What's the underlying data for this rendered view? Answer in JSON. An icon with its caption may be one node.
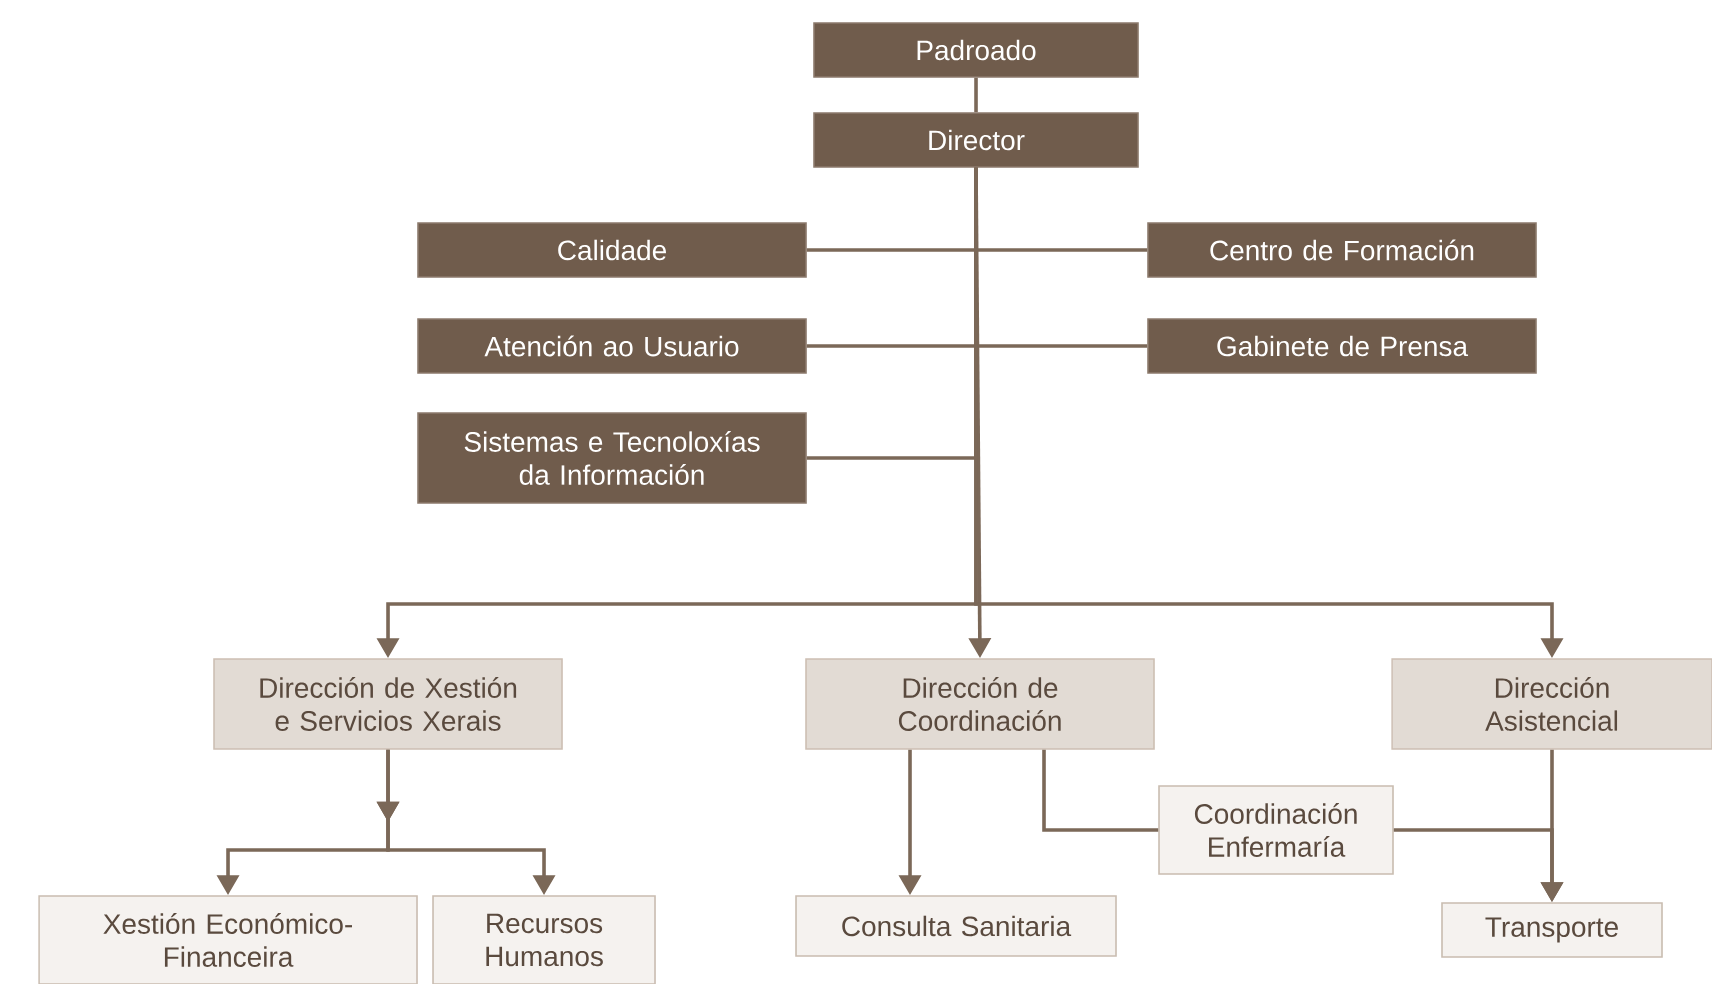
{
  "diagram": {
    "nodes": [
      {
        "text": [
          "Padroado"
        ]
      },
      {
        "text": [
          "Director"
        ]
      },
      {
        "text": [
          "Calidade"
        ]
      },
      {
        "text": [
          "Centro de Formación"
        ]
      },
      {
        "text": [
          "Atención ao Usuario"
        ]
      },
      {
        "text": [
          "Gabinete de Prensa"
        ]
      },
      {
        "text": [
          "Sistemas e Tecnoloxías da Información"
        ]
      },
      {
        "text": [
          "Dirección de Xestión e Servicios Xerais"
        ]
      },
      {
        "text": [
          "Dirección de Coordinación"
        ]
      },
      {
        "text": [
          "Dirección Asistencial"
        ]
      },
      {
        "text": [
          "Coordinación Enfermaría"
        ]
      },
      {
        "text": [
          "Xestión Económico-Financeira"
        ]
      },
      {
        "text": [
          "Recursos Humanos"
        ]
      },
      {
        "text": [
          "Consulta Sanitaria"
        ]
      },
      {
        "text": [
          "Transporte"
        ]
      }
    ],
    "edges": [
      {
        "from": 0,
        "to": 1,
        "arrow": "none"
      },
      {
        "from": 1,
        "to": 2,
        "arrow": "none"
      },
      {
        "from": 1,
        "to": 3,
        "arrow": "none"
      },
      {
        "from": 1,
        "to": 4,
        "arrow": "none"
      },
      {
        "from": 1,
        "to": 5,
        "arrow": "none"
      },
      {
        "from": 1,
        "to": 6,
        "arrow": "none"
      },
      {
        "from": 1,
        "to": 7,
        "arrow": "to"
      },
      {
        "from": 1,
        "to": 8,
        "arrow": "to"
      },
      {
        "from": 1,
        "to": 9,
        "arrow": "to"
      },
      {
        "from": 7,
        "to": 11,
        "arrow": "to"
      },
      {
        "from": 7,
        "to": 12,
        "arrow": "to"
      },
      {
        "from": 8,
        "to": 13,
        "arrow": "to"
      },
      {
        "from": 8,
        "to": 10,
        "arrow": "none"
      },
      {
        "from": 9,
        "to": 14,
        "arrow": "to"
      },
      {
        "from": 10,
        "to": 14,
        "arrow": "to"
      }
    ]
  }
}
